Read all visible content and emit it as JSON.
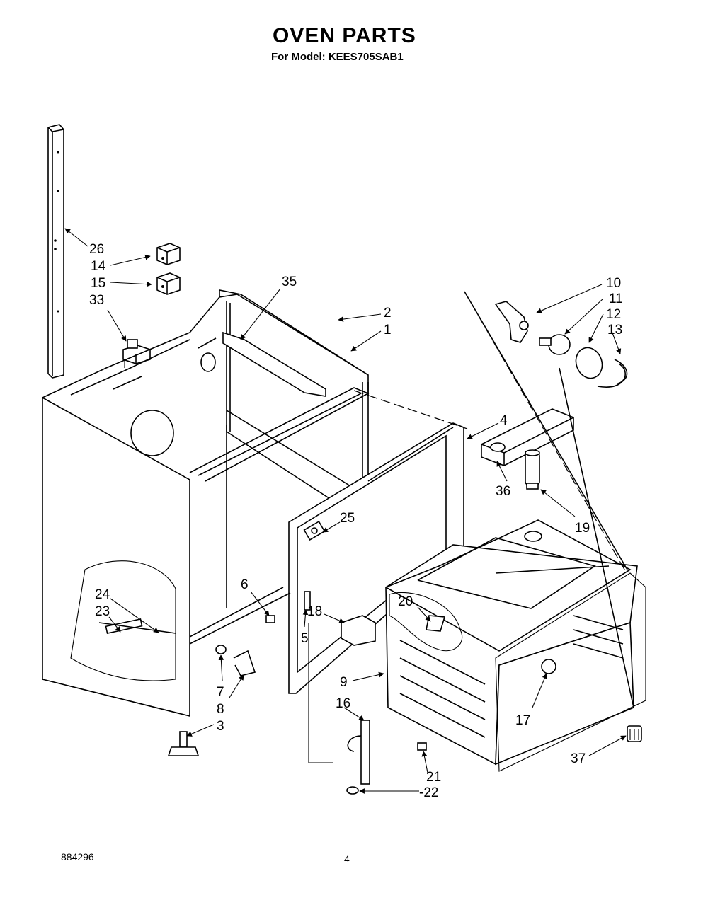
{
  "header": {
    "title": "OVEN PARTS",
    "model_line": "For Model: KEES705SAB1"
  },
  "footer": {
    "doc_number": "884296",
    "page_number": "4"
  },
  "callouts": [
    {
      "id": "c26",
      "text": "26"
    },
    {
      "id": "c14",
      "text": "14"
    },
    {
      "id": "c15",
      "text": "15"
    },
    {
      "id": "c33",
      "text": "33"
    },
    {
      "id": "c35",
      "text": "35"
    },
    {
      "id": "c2",
      "text": "2"
    },
    {
      "id": "c1",
      "text": "1"
    },
    {
      "id": "c10",
      "text": "10"
    },
    {
      "id": "c11",
      "text": "11"
    },
    {
      "id": "c12",
      "text": "12"
    },
    {
      "id": "c13",
      "text": "13"
    },
    {
      "id": "c4",
      "text": "4"
    },
    {
      "id": "c36",
      "text": "36"
    },
    {
      "id": "c19",
      "text": "19"
    },
    {
      "id": "c25",
      "text": "25"
    },
    {
      "id": "c24",
      "text": "24"
    },
    {
      "id": "c23",
      "text": "23"
    },
    {
      "id": "c6",
      "text": "6"
    },
    {
      "id": "c18",
      "text": "18"
    },
    {
      "id": "c5",
      "text": "5"
    },
    {
      "id": "c20",
      "text": "20"
    },
    {
      "id": "c7",
      "text": "7"
    },
    {
      "id": "c8",
      "text": "8"
    },
    {
      "id": "c9",
      "text": "9"
    },
    {
      "id": "c16",
      "text": "16"
    },
    {
      "id": "c17",
      "text": "17"
    },
    {
      "id": "c3",
      "text": "3"
    },
    {
      "id": "c37",
      "text": "37"
    },
    {
      "id": "c21",
      "text": "21"
    },
    {
      "id": "c22",
      "text": "-22"
    }
  ]
}
